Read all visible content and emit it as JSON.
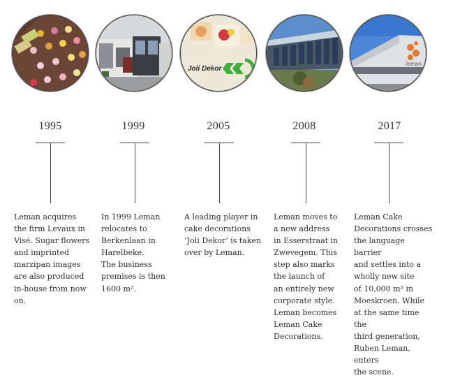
{
  "timeline": [
    {
      "year": "1995",
      "photo": "sugar-flowers-tray",
      "text": "Leman acquires\nthe firm Levaux in\nVisé. Sugar flowers\nand imprinted\nmarzipan images\nare also produced\nin-house from now\non."
    },
    {
      "year": "1999",
      "photo": "harelbeke-building",
      "text": "In 1999 Leman\nrelocates to\nBerkenlaan in\nHarelbeke.\nThe business\npremises is then\n1600 m²."
    },
    {
      "year": "2005",
      "photo": "joli-dekor-logo",
      "photo_label": "Joli Dekor",
      "text": "A leading player in\ncake decorations\n‘Joli Dekor’ is taken\nover by Leman."
    },
    {
      "year": "2008",
      "photo": "zwevegem-building",
      "text": "Leman moves to\na new address\nin Esserstraat in\nZwevegem. This\nstep also marks\nthe launch of\nan entirely new\ncorporate style.\nLeman becomes\nLeman Cake\nDecorations."
    },
    {
      "year": "2017",
      "photo": "moeskroen-building",
      "photo_label": "leman",
      "text": "Leman Cake\nDecorations crosses\nthe language barrier\nand settles into a\nwholly new site\nof 10,000 m² in\nMoeskroen.  While\nat the same time the\nthird generation,\nRuben Leman, enters\nthe scene."
    }
  ],
  "colors": {
    "line": "#444444",
    "text": "#2f2f2f",
    "logo_green": "#3fae3a",
    "logo_orange": "#e2782c"
  }
}
